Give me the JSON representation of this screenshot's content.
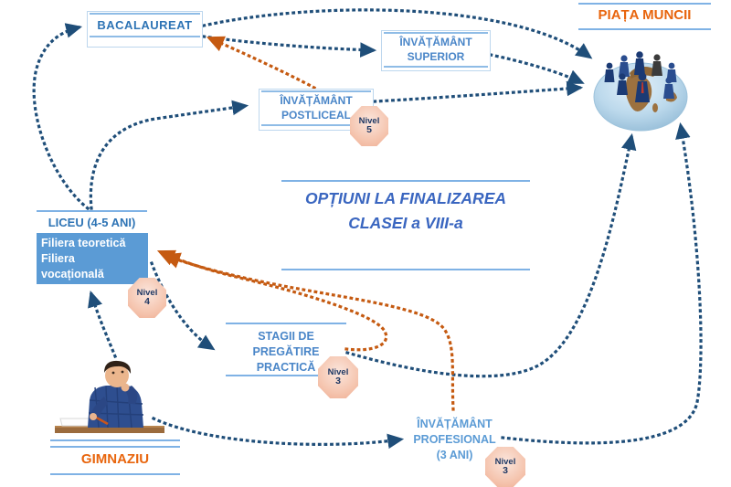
{
  "title": {
    "line1": "OPȚIUNI LA FINALIZAREA",
    "line2": "CLASEI a VIII-a"
  },
  "nodes": {
    "bacalaureat": {
      "label": "BACALAUREAT"
    },
    "superior": {
      "line1": "ÎNVĂȚĂMÂNT",
      "line2": "SUPERIOR"
    },
    "piata_muncii": {
      "label": "PIAȚA MUNCII"
    },
    "postliceal": {
      "line1": "ÎNVĂȚĂMÂNT",
      "line2": "POSTLICEAL",
      "nivel_label": "Nivel",
      "nivel_value": "5"
    },
    "liceu": {
      "label": "LICEU (4-5 ANI)",
      "line1": "Filiera teoretică",
      "line2": "Filiera",
      "line3": "vocațională",
      "nivel_label": "Nivel",
      "nivel_value": "4"
    },
    "stagii": {
      "line1": "STAGII DE",
      "line2": "PREGĂTIRE",
      "line3": "PRACTICĂ",
      "nivel_label": "Nivel",
      "nivel_value": "3"
    },
    "profesional": {
      "line1": "ÎNVĂȚĂMÂNT",
      "line2": "PROFESIONAL",
      "line3": "(3 ANI)",
      "nivel_label": "Nivel",
      "nivel_value": "3"
    },
    "gimnaziu": {
      "label": "GIMNAZIU"
    }
  },
  "arrows": {
    "blue": [
      {
        "from": "gimnaziu",
        "to": "liceu"
      },
      {
        "from": "gimnaziu",
        "to": "invatamant-profesional"
      },
      {
        "from": "liceu",
        "to": "bacalaureat"
      },
      {
        "from": "liceu",
        "to": "invatamant-postliceal"
      },
      {
        "from": "liceu",
        "to": "stagii-de-pregatire-practica"
      },
      {
        "from": "bacalaureat",
        "to": "invatamant-superior"
      },
      {
        "from": "bacalaureat",
        "to": "piata-muncii"
      },
      {
        "from": "invatamant-superior",
        "to": "piata-muncii"
      },
      {
        "from": "invatamant-postliceal",
        "to": "piata-muncii"
      },
      {
        "from": "stagii-de-pregatire-practica",
        "to": "piata-muncii"
      },
      {
        "from": "invatamant-profesional",
        "to": "piata-muncii"
      }
    ],
    "orange": [
      {
        "from": "invatamant-postliceal",
        "to": "bacalaureat"
      },
      {
        "from": "stagii-de-pregatire-practica",
        "to": "liceu"
      },
      {
        "from": "invatamant-profesional",
        "to": "liceu"
      }
    ]
  },
  "icons": {
    "globe": "globe-with-people",
    "student": "thinking-student"
  },
  "colors": {
    "arrow_blue": "#1F4E79",
    "arrow_orange": "#C55A11",
    "heading_orange": "#E8650D",
    "rule_blue": "#7FB2E5",
    "box_border": "#BDD7EE",
    "box_text_dark": "#2E74B5",
    "box_text_light": "#4A86C8",
    "title_blue": "#3A66C0",
    "liceu_fill": "#5B9BD5",
    "badge_bg": "#F5C5AF",
    "badge_text": "#1F3864"
  }
}
